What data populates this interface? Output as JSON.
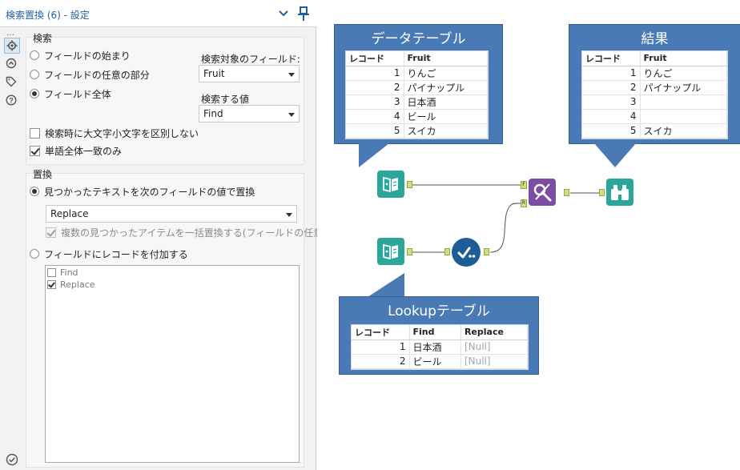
{
  "panel": {
    "title": "検索置換 (6) - 設定",
    "rail_dots": "…",
    "search_section": {
      "heading": "検索",
      "options": [
        {
          "label": "フィールドの始まり",
          "selected": false
        },
        {
          "label": "フィールドの任意の部分",
          "selected": false
        },
        {
          "label": "フィールド全体",
          "selected": true
        }
      ],
      "find_field_label": "検索対象のフィールド:",
      "find_field_value": "Fruit",
      "search_value_label": "検索する値",
      "search_value_value": "Find",
      "checkboxes": [
        {
          "label": "検索時に大文字小文字を区別しない",
          "checked": false
        },
        {
          "label": "単語全体一致のみ",
          "checked": true
        }
      ]
    },
    "replace_section": {
      "heading": "置換",
      "option_replace": "見つかったテキストを次のフィールドの値で置換",
      "replace_field_value": "Replace",
      "replace_multiple": "複数の見つかったアイテムを一括置換する(フィールドの任意の",
      "option_append": "フィールドにレコードを付加する",
      "append_fields": [
        {
          "label": "Find",
          "checked": false
        },
        {
          "label": "Replace",
          "checked": true
        }
      ]
    }
  },
  "canvas": {
    "data_table": {
      "title": "データテーブル",
      "columns": [
        "レコード",
        "Fruit"
      ],
      "rows": [
        [
          "1",
          "りんご"
        ],
        [
          "2",
          "パイナップル"
        ],
        [
          "3",
          "日本酒"
        ],
        [
          "4",
          "ビール"
        ],
        [
          "5",
          "スイカ"
        ]
      ]
    },
    "result_table": {
      "title": "結果",
      "columns": [
        "レコード",
        "Fruit"
      ],
      "rows": [
        [
          "1",
          "りんご"
        ],
        [
          "2",
          "パイナップル"
        ],
        [
          "3",
          ""
        ],
        [
          "4",
          ""
        ],
        [
          "5",
          "スイカ"
        ]
      ]
    },
    "lookup_table": {
      "title": "Lookupテーブル",
      "columns": [
        "レコード",
        "Find",
        "Replace"
      ],
      "rows": [
        [
          "1",
          "日本酒",
          "[Null]"
        ],
        [
          "2",
          "ビール",
          "[Null]"
        ]
      ]
    },
    "anchors": {
      "find": "F",
      "replace": "R"
    }
  },
  "colors": {
    "callout": "#4a7ab5",
    "input_tool": "#2aa69a",
    "join_tool": "#7b4ea3",
    "select_tool": "#1e5c96",
    "browse_tool": "#2aa69a",
    "accent_title": "#1f5f9e"
  },
  "icons": [
    "chevron-down-icon",
    "pin-icon",
    "gear-icon",
    "connection-icon",
    "tag-icon",
    "help-icon",
    "check-circle-icon",
    "input-data-icon",
    "find-replace-icon",
    "select-icon",
    "browse-icon"
  ]
}
